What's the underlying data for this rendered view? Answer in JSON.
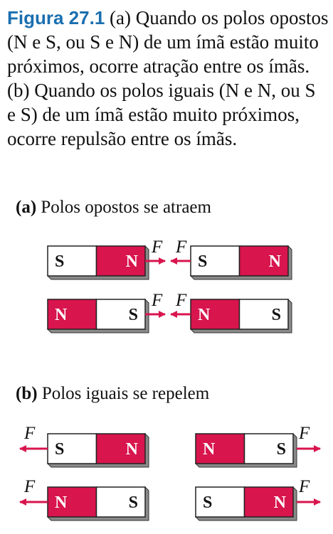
{
  "caption": {
    "figure_label": "Figura 27.1",
    "text": "(a) Quando os polos opostos (N e S, ou S e N) de um ímã estão muito próximos, ocorre atração entre os ímãs. (b) Quando os polos iguais (N e N, ou S e S) de um ímã estão muito próximos, ocorre repulsão entre os ímãs."
  },
  "section_a": {
    "letter": "(a)",
    "title": "Polos opostos se atraem"
  },
  "section_b": {
    "letter": "(b)",
    "title": "Polos iguais se repelem"
  },
  "labels": {
    "north": "N",
    "south": "S",
    "force": "F"
  },
  "colors": {
    "north_fill": "#d8154d",
    "south_fill": "#ffffff",
    "caption_accent": "#1a6fb0",
    "magnet_shadow": "#8a8a8a"
  }
}
